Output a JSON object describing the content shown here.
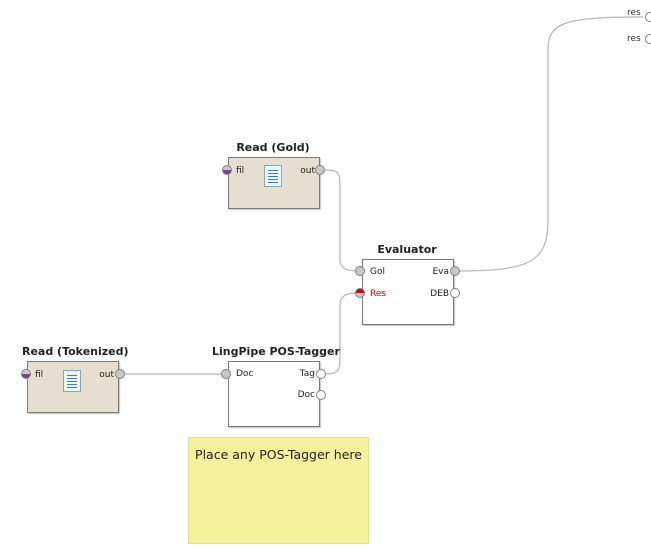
{
  "canvas": {
    "connection_color": "#b4b4b4",
    "process_results": [
      "res",
      "res"
    ]
  },
  "operators": {
    "read_gold": {
      "title": "Read (Gold)",
      "input": "fil",
      "output": "out",
      "icon": "document-icon"
    },
    "read_tokenized": {
      "title": "Read (Tokenized)",
      "input": "fil",
      "output": "out",
      "icon": "document-icon"
    },
    "evaluator": {
      "title": "Evaluator",
      "inputs": [
        "Gol",
        "Res"
      ],
      "outputs": [
        "Eva",
        "DEB"
      ],
      "error_input_color": "#cc0000"
    },
    "pos_tagger": {
      "title": "LingPipe POS-Tagger",
      "inputs": [
        "Doc"
      ],
      "outputs": [
        "Tag",
        "Doc"
      ]
    }
  },
  "note": {
    "text": "Place any POS-Tagger here",
    "color": "#f5f19a"
  }
}
